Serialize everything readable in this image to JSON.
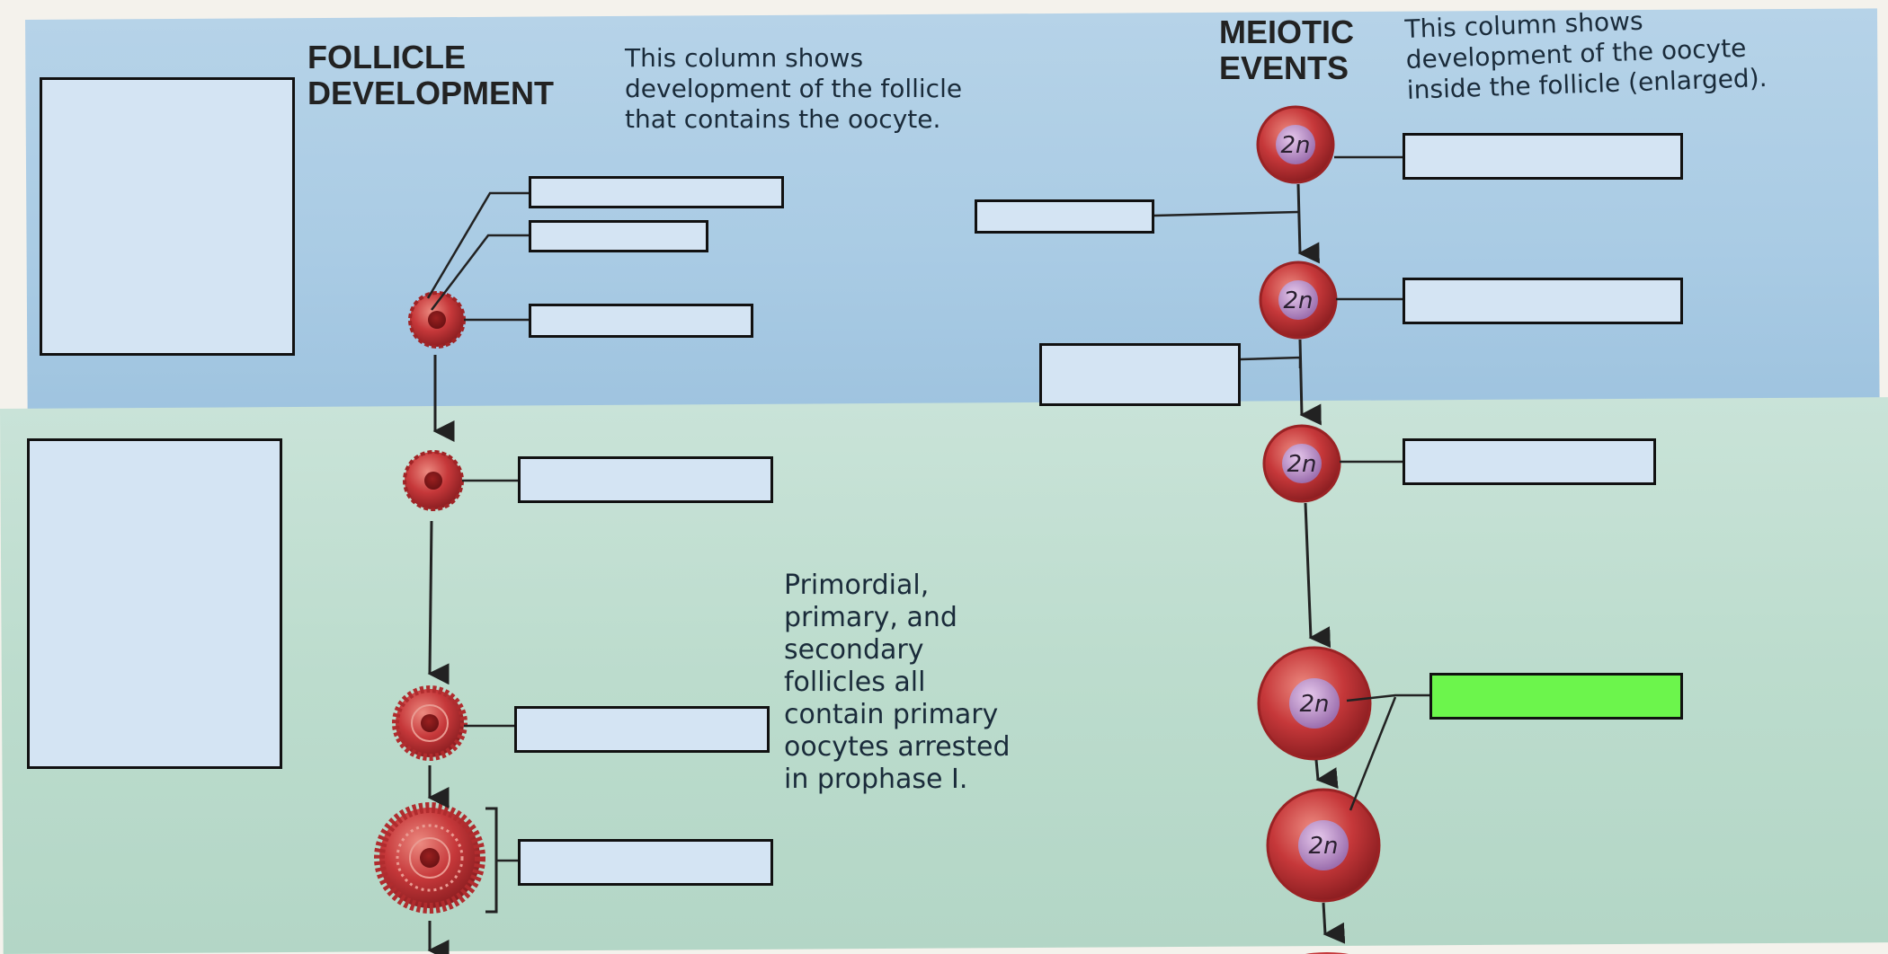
{
  "follicle_column": {
    "heading": "FOLLICLE\nDEVELOPMENT",
    "note": "This column shows\ndevelopment of the follicle\nthat contains the oocyte."
  },
  "meiotic_column": {
    "heading": "MEIOTIC\nEVENTS",
    "note": "This column shows\ndevelopment of the oocyte\ninside the follicle (enlarged)."
  },
  "middle_note": "Primordial,\nprimary, and\nsecondary\nfollicles all\ncontain primary\noocytes arrested\nin prophase I.",
  "cell_labels": [
    "2n",
    "2n",
    "2n",
    "2n",
    "2n"
  ],
  "colors": {
    "blank_fill": "#d4e4f3",
    "highlight_blank": "#6cf54c",
    "cell_red": "#c6383a"
  }
}
